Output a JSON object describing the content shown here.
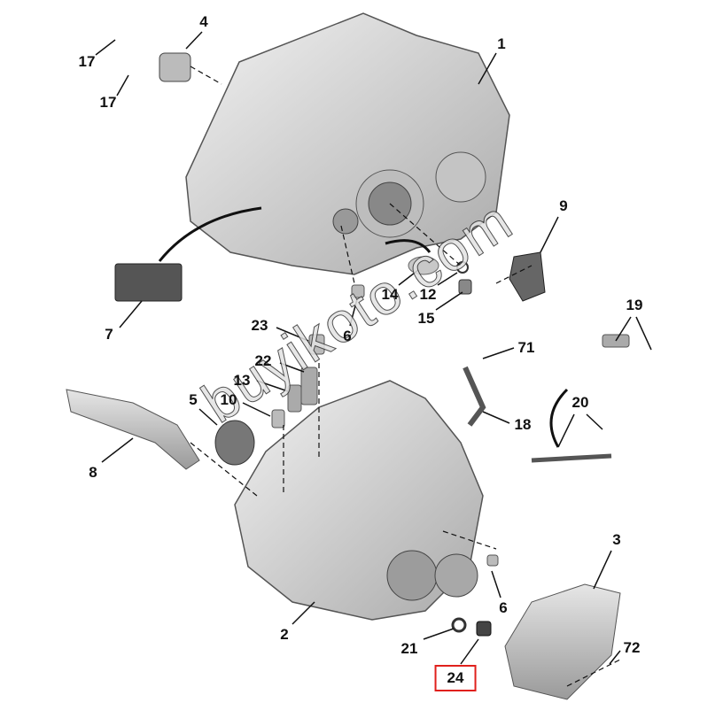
{
  "diagram_title": "",
  "watermark": "buyikoto.com",
  "labels": {
    "p17a": "17",
    "p17b": "17",
    "p4": "4",
    "p1": "1",
    "p9": "9",
    "p7": "7",
    "p14": "14",
    "p12": "12",
    "p15": "15",
    "p6a": "6",
    "p19": "19",
    "p23": "23",
    "p71": "71",
    "p22": "22",
    "p13": "13",
    "p5": "5",
    "p10": "10",
    "p18": "18",
    "p20": "20",
    "p8": "8",
    "p3": "3",
    "p6b": "6",
    "p2": "2",
    "p21": "21",
    "p72": "72",
    "p24": "24"
  },
  "highlight_color": "#e0201c"
}
